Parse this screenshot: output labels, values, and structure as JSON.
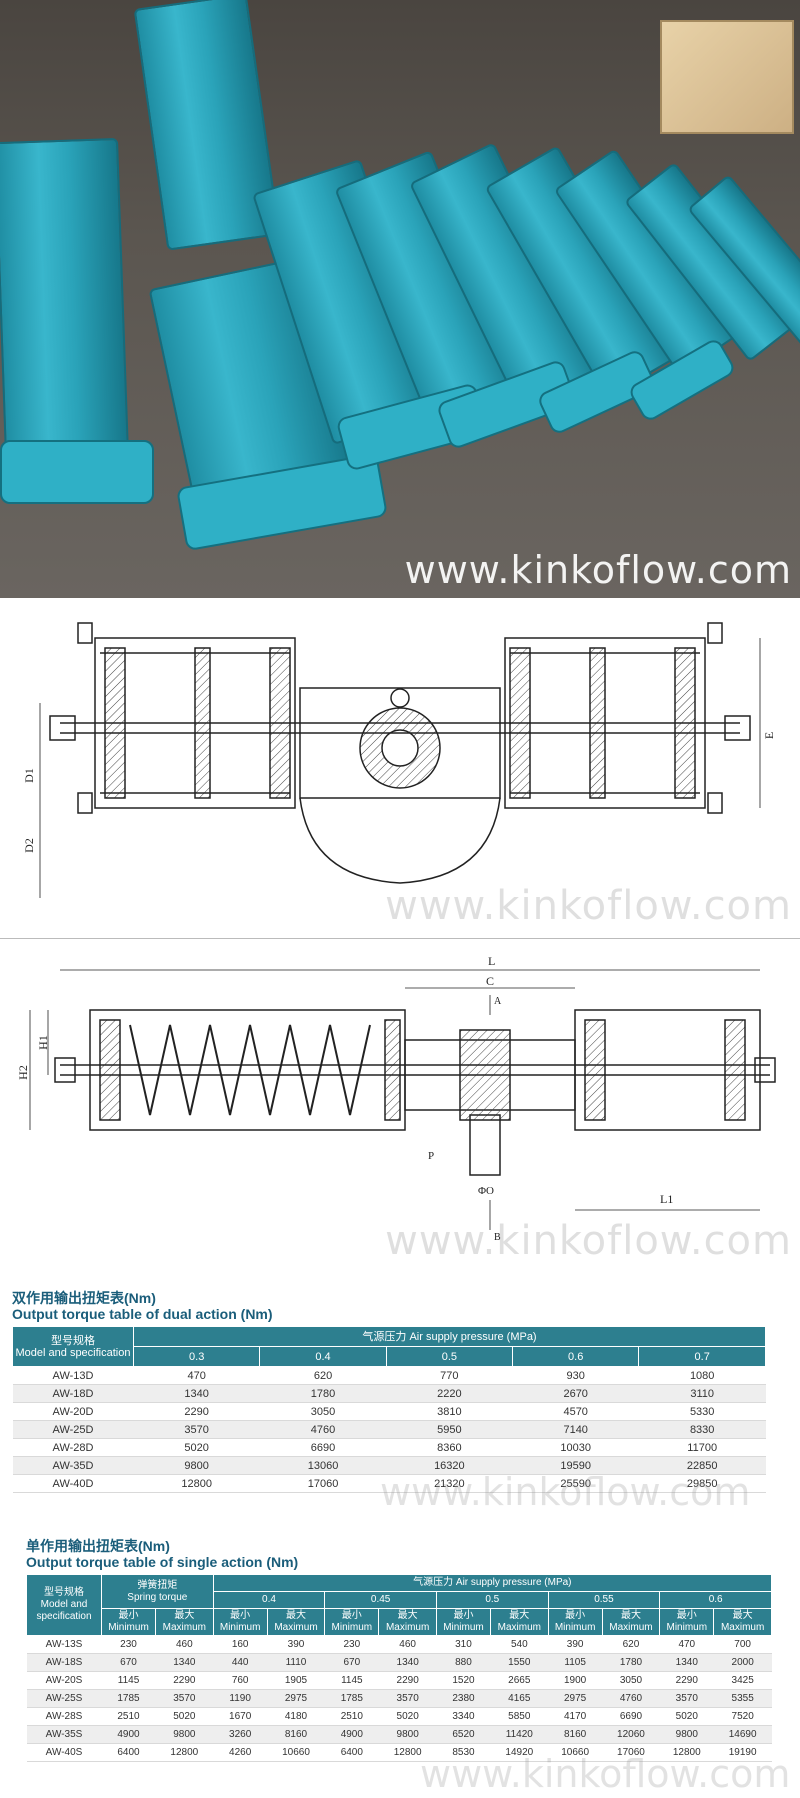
{
  "watermark": "www.kinkoflow.com",
  "drawing1": {
    "labels": {
      "d1": "D1",
      "d2": "D2",
      "e": "E"
    }
  },
  "drawing2": {
    "labels": {
      "l": "L",
      "c": "C",
      "a": "A",
      "b": "B",
      "h1": "H1",
      "h2": "H2",
      "p": "P",
      "o": "ΦO",
      "l1": "L1"
    }
  },
  "dual_table": {
    "title_cn": "双作用输出扭矩表(Nm)",
    "title_en": "Output torque table of dual action (Nm)",
    "model_header_cn": "型号规格",
    "model_header_en": "Model and specification",
    "pressure_header": "气源压力 Air supply pressure (MPa)",
    "pressures": [
      "0.3",
      "0.4",
      "0.5",
      "0.6",
      "0.7"
    ],
    "rows": [
      {
        "model": "AW-13D",
        "values": [
          "470",
          "620",
          "770",
          "930",
          "1080"
        ]
      },
      {
        "model": "AW-18D",
        "values": [
          "1340",
          "1780",
          "2220",
          "2670",
          "3110"
        ]
      },
      {
        "model": "AW-20D",
        "values": [
          "2290",
          "3050",
          "3810",
          "4570",
          "5330"
        ]
      },
      {
        "model": "AW-25D",
        "values": [
          "3570",
          "4760",
          "5950",
          "7140",
          "8330"
        ]
      },
      {
        "model": "AW-28D",
        "values": [
          "5020",
          "6690",
          "8360",
          "10030",
          "11700"
        ]
      },
      {
        "model": "AW-35D",
        "values": [
          "9800",
          "13060",
          "16320",
          "19590",
          "22850"
        ]
      },
      {
        "model": "AW-40D",
        "values": [
          "12800",
          "17060",
          "21320",
          "25590",
          "29850"
        ]
      }
    ]
  },
  "single_table": {
    "title_cn": "单作用输出扭矩表(Nm)",
    "title_en": "Output torque table of single action (Nm)",
    "model_header_cn": "型号规格",
    "model_header_en": "Model and specification",
    "spring_header_cn": "弹簧扭矩",
    "spring_header_en": "Spring torque",
    "pressure_header": "气源压力 Air supply pressure (MPa)",
    "pressures": [
      "0.4",
      "0.45",
      "0.5",
      "0.55",
      "0.6"
    ],
    "min_cn": "最小",
    "min_en": "Minimum",
    "max_cn": "最大",
    "max_en": "Maximum",
    "rows": [
      {
        "model": "AW-13S",
        "values": [
          "230",
          "460",
          "160",
          "390",
          "230",
          "460",
          "310",
          "540",
          "390",
          "620",
          "470",
          "700"
        ]
      },
      {
        "model": "AW-18S",
        "values": [
          "670",
          "1340",
          "440",
          "1110",
          "670",
          "1340",
          "880",
          "1550",
          "1105",
          "1780",
          "1340",
          "2000"
        ]
      },
      {
        "model": "AW-20S",
        "values": [
          "1145",
          "2290",
          "760",
          "1905",
          "1145",
          "2290",
          "1520",
          "2665",
          "1900",
          "3050",
          "2290",
          "3425"
        ]
      },
      {
        "model": "AW-25S",
        "values": [
          "1785",
          "3570",
          "1190",
          "2975",
          "1785",
          "3570",
          "2380",
          "4165",
          "2975",
          "4760",
          "3570",
          "5355"
        ]
      },
      {
        "model": "AW-28S",
        "values": [
          "2510",
          "5020",
          "1670",
          "4180",
          "2510",
          "5020",
          "3340",
          "5850",
          "4170",
          "6690",
          "5020",
          "7520"
        ]
      },
      {
        "model": "AW-35S",
        "values": [
          "4900",
          "9800",
          "3260",
          "8160",
          "4900",
          "9800",
          "6520",
          "11420",
          "8160",
          "12060",
          "9800",
          "14690"
        ]
      },
      {
        "model": "AW-40S",
        "values": [
          "6400",
          "12800",
          "4260",
          "10660",
          "6400",
          "12800",
          "8530",
          "14920",
          "10660",
          "17060",
          "12800",
          "19190"
        ]
      }
    ]
  },
  "colors": {
    "header_teal": "#2d7f8f",
    "actuator_blue": "#2aa3b9",
    "title_blue": "#1a5d7a"
  }
}
